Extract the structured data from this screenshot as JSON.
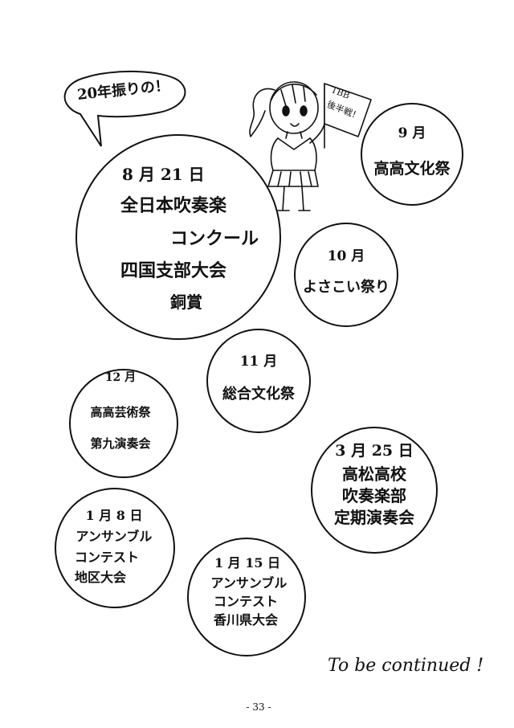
{
  "speech_bubble": "20年振りの！",
  "flag_text": [
    "TBB",
    "後半戦！"
  ],
  "events": [
    {
      "id": "sept",
      "lines": [
        "9 月",
        "高高文化祭"
      ]
    },
    {
      "id": "aug",
      "lines": [
        "8 月 21 日",
        "全日本吹奏楽",
        "コンクール",
        "四国支部大会",
        "銅賞"
      ]
    },
    {
      "id": "oct",
      "lines": [
        "10 月",
        "よさこい祭り"
      ]
    },
    {
      "id": "nov",
      "lines": [
        "11 月",
        "総合文化祭"
      ]
    },
    {
      "id": "dec",
      "lines": [
        "12 月",
        "高高芸術祭",
        "第九演奏会"
      ]
    },
    {
      "id": "mar",
      "lines": [
        "3 月 25 日",
        "高松高校",
        "吹奏楽部",
        "定期演奏会"
      ]
    },
    {
      "id": "jan8",
      "lines": [
        "1 月 8 日",
        "アンサンブル",
        "コンテスト",
        "地区大会"
      ]
    },
    {
      "id": "jan15",
      "lines": [
        "1 月 15 日",
        "アンサンブル",
        "コンテスト",
        "香川県大会"
      ]
    }
  ],
  "footer_note": "To be continued !",
  "page_number": "- 33 -"
}
